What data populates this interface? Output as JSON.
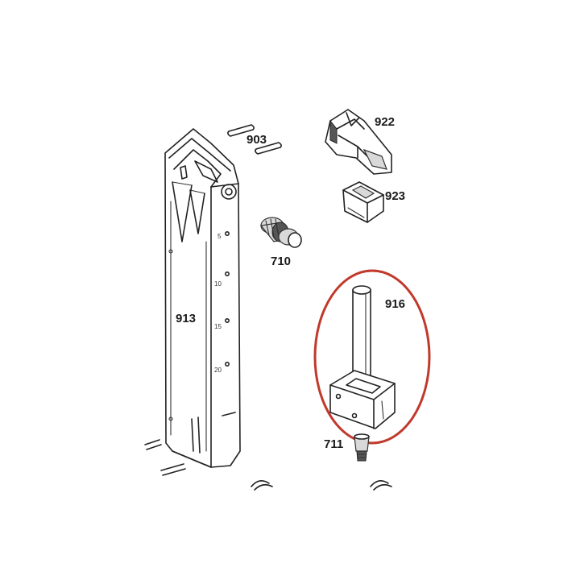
{
  "parts": {
    "magazine": "913",
    "pins": "903",
    "valve": "710",
    "lip_housing": "922",
    "lip_insert": "923",
    "column": "916",
    "nozzle": "711"
  },
  "highlight": {
    "color": "#c0392b"
  },
  "magazine_marks": [
    "5",
    "10",
    "15",
    "20"
  ]
}
